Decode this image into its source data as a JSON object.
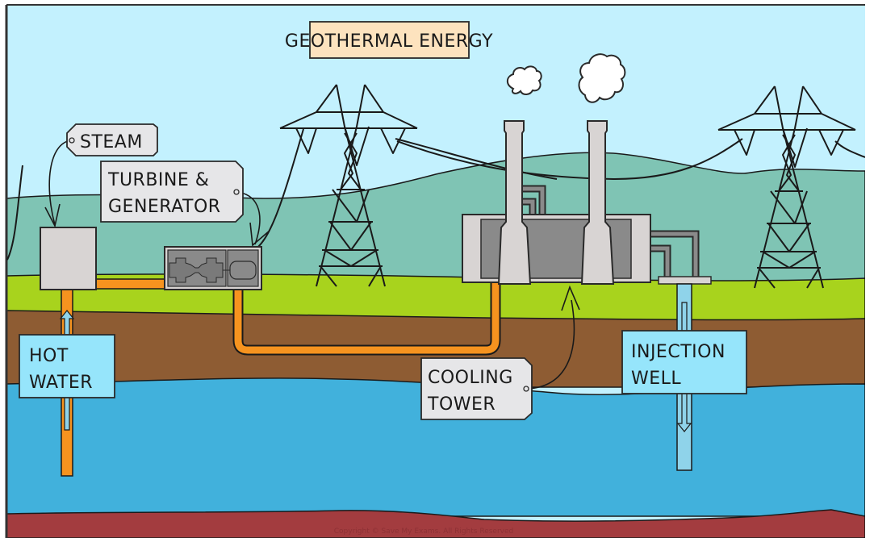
{
  "diagram": {
    "title": "GEOTHERMAL ENERGY",
    "labels": {
      "steam": "STEAM",
      "turbine_generator": [
        "TURBINE &",
        "GENERATOR"
      ],
      "hot_water": [
        "HOT",
        "WATER"
      ],
      "cooling_tower": [
        "COOLING",
        "TOWER"
      ],
      "injection_well": [
        "INJECTION",
        "WELL"
      ]
    },
    "copyright": "Copyright © Save My Exams. All Rights Reserved",
    "colors": {
      "sky": "#c3f1fe",
      "hills": "#7fc4b4",
      "grass": "#a8d31d",
      "soil": "#8e5c33",
      "water_layer": "#41b1dc",
      "deep_rock": "#a33c3f",
      "hot_pipe": "#f6931f",
      "cold_pipe": "#8fd3ea",
      "label_grey": "#e6e6e8",
      "label_blue": "#96e5fb",
      "title_box": "#fde3be",
      "building_light": "#d8d4d3",
      "building_dark": "#8a8a8a",
      "smoke": "#ffffff"
    }
  }
}
